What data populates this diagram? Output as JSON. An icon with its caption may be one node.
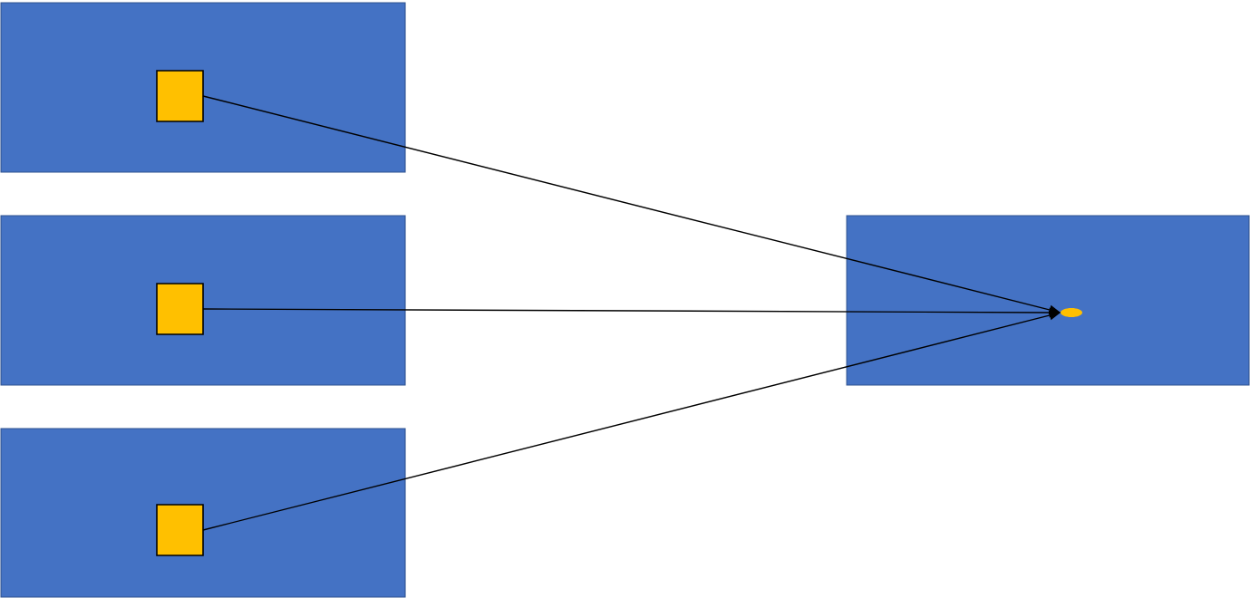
{
  "diagram": {
    "nodes": [
      {
        "text": [],
        "shape": "box"
      },
      {
        "text": [],
        "shape": "box",
        "in": 0
      },
      {
        "text": [],
        "shape": "box"
      },
      {
        "text": [],
        "shape": "box",
        "in": 2
      },
      {
        "text": [],
        "shape": "box"
      },
      {
        "text": [],
        "shape": "box",
        "in": 4
      },
      {
        "text": [],
        "shape": "box"
      },
      {
        "text": [],
        "shape": "ellipse",
        "in": 6
      }
    ],
    "edges": [
      {
        "from": 1,
        "to": 7,
        "arrow": "to"
      },
      {
        "from": 3,
        "to": 7,
        "arrow": "to"
      },
      {
        "from": 5,
        "to": 7,
        "arrow": "to"
      }
    ]
  }
}
